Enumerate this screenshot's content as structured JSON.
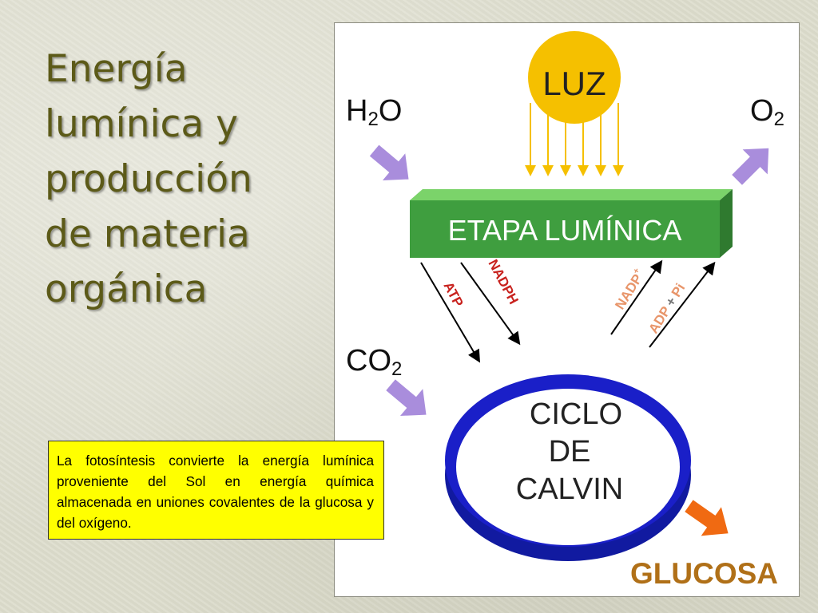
{
  "slide": {
    "title_lines": [
      "Energía",
      "lumínica y",
      "producción",
      "de materia",
      "orgánica"
    ]
  },
  "diagram": {
    "sun_label": "LUZ",
    "water_main": "H",
    "water_sub": "2",
    "water_tail": "O",
    "oxygen_main": "O",
    "oxygen_sub": "2",
    "co2_main": "CO",
    "co2_sub": "2",
    "light_stage_label": "ETAPA  LUMÍNICA",
    "calvin_line1": "CICLO",
    "calvin_line2": "DE",
    "calvin_line3": "CALVIN",
    "atp_label": "ATP",
    "nadph_label": "NADPH",
    "nadp_label": "NADP",
    "nadp_sup": "+",
    "adp_label": "ADP",
    "plus_label": "+",
    "pi_label": "Pi",
    "glucose_label": "GLUCOSA"
  },
  "info_box": {
    "text": "La   fotosíntesis convierte la energía lumínica proveniente del Sol en energía química almacenada en  uniones covalentes de la glucosa y del oxígeno."
  },
  "colors": {
    "title": "#5c5a18",
    "sun": "#f5c000",
    "light_stage": "#3f9e3f",
    "light_stage_top": "#7bd36a",
    "calvin_ring": "#1a1fc8",
    "input_arrow": "#a98ddc",
    "glucose_arrow": "#f06a12",
    "atp_nadph": "#c8221e",
    "nadp_adp": "#e8956a",
    "glucose_text": "#b07018",
    "info_bg": "#ffff00"
  }
}
